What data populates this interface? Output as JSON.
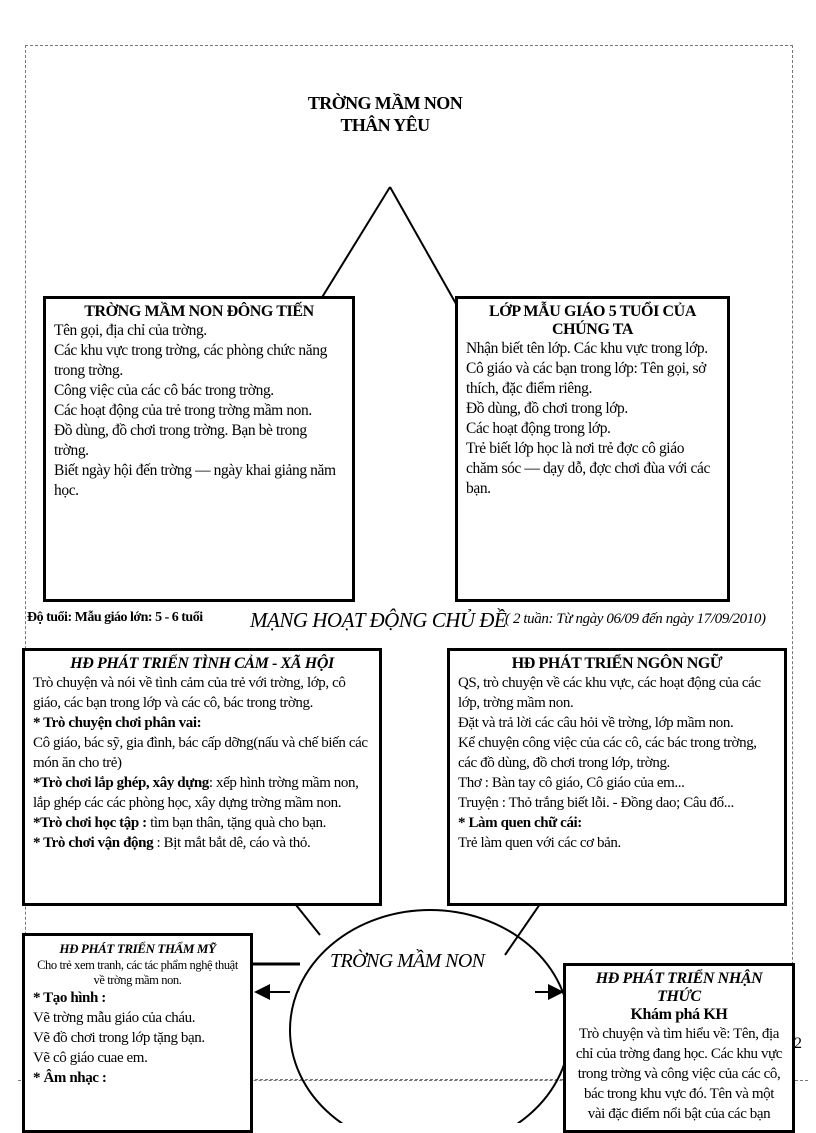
{
  "title": {
    "line1": "TRỜNG   MẦM NON",
    "line2": "THÂN YÊU"
  },
  "age_label": "Độ tuổi: Mẫu giáo lớn: 5 - 6 tuổi",
  "web_title": "MẠNG HOẠT ĐỘNG CHỦ ĐỀ",
  "duration": "( 2 tuần: Từ ngày 06/09 đến ngày 17/09/2010)",
  "center_label": "TRỜNG   MẦM NON",
  "page_number": "2",
  "box_school": {
    "heading": "TRỜNG   MẦM NON ĐÔNG TIẾN",
    "lines": [
      "Tên gọi, địa chỉ của trờng.",
      "Các khu vực trong trờng,   các phòng chức năng trong trờng.",
      "Công việc của các cô bác trong trờng.",
      "Các hoạt động của trẻ trong trờng   mầm non.",
      " Đồ dùng, đồ chơi trong trờng.   Bạn bè trong trờng.",
      "Biết ngày hội đến trờng   — ngày khai giảng năm học."
    ]
  },
  "box_class": {
    "heading": "LỚP MẪU GIÁO 5 TUỔI CỦA CHÚNG TA",
    "lines": [
      "Nhận biết tên lớp. Các khu vực trong lớp.",
      "Cô giáo và các bạn trong lớp: Tên gọi, sở thích, đặc điểm riêng.",
      "Đồ dùng, đồ chơi trong lớp.",
      " Các hoạt động trong lớp.",
      "Trẻ biết lớp học là nơi trẻ đợc   cô giáo chăm sóc — dạy dỗ, đợc   chơi đùa với các bạn."
    ]
  },
  "box_social": {
    "heading": "HĐ PHÁT TRIỂN TÌNH CẢM - XÃ HỘI",
    "intro": "Trò chuyện và nói về tình cảm của trẻ với trờng,   lớp, cô giáo, các bạn trong lớp và các cô, bác trong trờng.",
    "roleplay_label": "* Trò chuyện chơi phân vai:",
    "roleplay_text": "Cô giáo, bác sỹ, gia đình, bác cấp dỡng(nấu   và chế biến các món ăn cho trẻ)",
    "build_label": "*Trò chơi lắp ghép, xây dựng",
    "build_text": ": xếp hình trờng   mầm non, lắp ghép các các phòng học, xây dựng trờng   mầm non.",
    "learn_label": "*Trò chơi học tập :",
    "learn_text": " tìm bạn thân, tặng quà cho bạn.",
    "move_label": "* Trò chơi vận động",
    "move_text": " : Bịt mắt bắt dê, cáo và thỏ."
  },
  "box_language": {
    "heading": "HĐ PHÁT TRIỂN NGÔN NGỮ",
    "lines": [
      "QS, trò chuyện về các khu vực, các hoạt động của các lớp, trờng   mầm non.",
      " Đặt và trả lời các câu hỏi về trờng,   lớp mầm non.",
      " Kể chuyện công việc của các cô, các bác trong trờng, các đồ dùng, đồ chơi trong lớp, trờng.",
      " Thơ : Bàn tay cô giáo, Cô giáo của em...",
      " Truyện : Thỏ trắng biết lỗi. - Đồng dao; Câu đố..."
    ],
    "letters_label": "* Làm quen chữ cái:",
    "letters_text": " Trẻ làm quen với các cơ bản."
  },
  "box_arts": {
    "heading": "HĐ PHÁT TRIỂN THẨM MỸ",
    "intro": "Cho trẻ xem tranh, các tác phẩm nghệ thuật về trờng   mầm non.",
    "art_label": "* Tạo hình :",
    "art_lines": [
      "Vẽ trờng   mẫu giáo của cháu.",
      " Vẽ đồ chơi trong lớp tặng bạn.",
      " Vẽ cô giáo cuae em."
    ],
    "music_label": "* Âm nhạc :"
  },
  "box_cognitive": {
    "heading": "HĐ PHÁT TRIỂN NHẬN THỨC",
    "subheading": "Khám phá KH",
    "text": "Trò chuyện và tìm hiểu về: Tên, địa chỉ của trờng   đang học. Các khu vực trong trờng   và công việc của các cô, bác trong khu vực đó. Tên và một vài đặc điểm nổi bật của các bạn"
  }
}
